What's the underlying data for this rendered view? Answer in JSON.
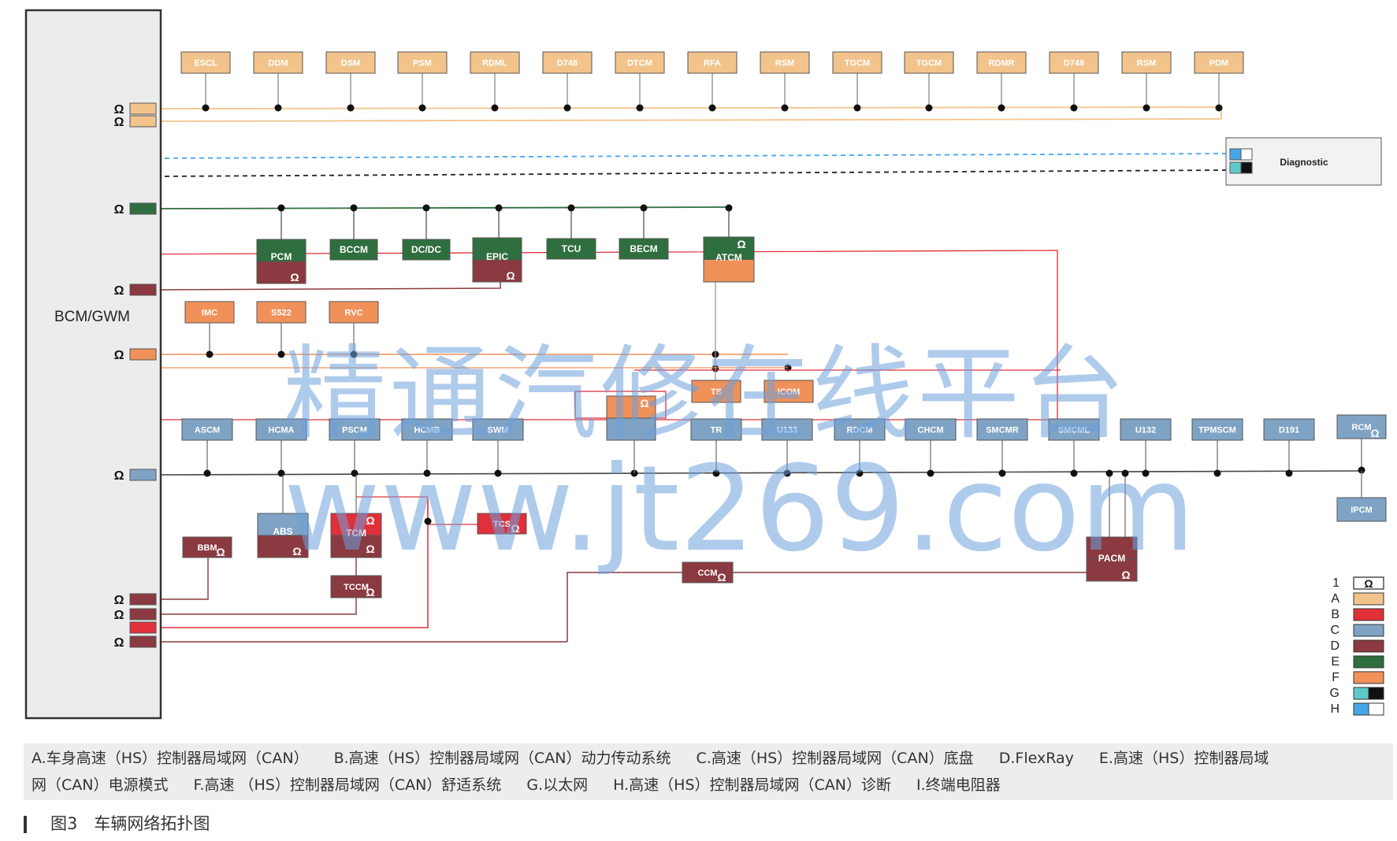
{
  "gateway": {
    "label": "BCM/GWM"
  },
  "colors": {
    "A": "#f2c48c",
    "B": "#e0303a",
    "C": "#7fa3c4",
    "D": "#8a3a40",
    "E": "#2f6e3e",
    "F": "#f0915a",
    "G1": "#5fc9c9",
    "G2": "#111111",
    "H1": "#47a6e8",
    "H2": "#ffffff",
    "frame": "#333333"
  },
  "bus_a_modules": [
    "ESCL",
    "DDM",
    "DSM",
    "PSM",
    "RDML",
    "D748",
    "DTCM",
    "RFA",
    "RSM",
    "TGCM",
    "TGCM",
    "RDMR",
    "D748",
    "RSM",
    "PDM"
  ],
  "diagnostic": {
    "label": "Diagnostic"
  },
  "bus_e_modules": [
    "PCM",
    "BCCM",
    "DC/DC",
    "EPIC",
    "TCU",
    "BECM",
    "ATCM"
  ],
  "bus_f_modules": [
    "IMC",
    "S522",
    "RVC",
    "TS",
    "ICOM"
  ],
  "bus_c_modules": [
    "ASCM",
    "HCMA",
    "PSCM",
    "HCMB",
    "SWM",
    "TR",
    "U133",
    "RDCM",
    "CHCM",
    "SMCMR",
    "SMCML",
    "U132",
    "TPMSCM",
    "D191",
    "RCM",
    "IPCM"
  ],
  "lower_modules": [
    "BBM",
    "ABS",
    "TCM",
    "TCCM",
    "TCS",
    "CCM",
    "PACM"
  ],
  "omega": "Ω",
  "legend": [
    {
      "key": "1",
      "type": "omega"
    },
    {
      "key": "A",
      "color": "#f2c48c"
    },
    {
      "key": "B",
      "color": "#e0303a"
    },
    {
      "key": "C",
      "color": "#7fa3c4"
    },
    {
      "key": "D",
      "color": "#8a3a40"
    },
    {
      "key": "E",
      "color": "#2f6e3e"
    },
    {
      "key": "F",
      "color": "#f0915a"
    },
    {
      "key": "G",
      "colors": [
        "#5fc9c9",
        "#111111"
      ]
    },
    {
      "key": "H",
      "colors": [
        "#47a6e8",
        "#ffffff"
      ]
    }
  ],
  "caption": {
    "A": "A.车身高速（HS）控制器局域网（CAN）",
    "B": "B.高速（HS）控制器局域网（CAN）动力传动系统",
    "C": "C.高速（HS）控制器局域网（CAN）底盘",
    "D": "D.FlexRay",
    "E1": "E.高速（HS）控制器局域",
    "E2": "网（CAN）电源模式",
    "F": "F.高速 （HS）控制器局域网（CAN）舒适系统",
    "G": "G.以太网",
    "H": "H.高速（HS）控制器局域网（CAN）诊断",
    "I": "I.终端电阻器"
  },
  "figure_title": "图3　车辆网络拓扑图",
  "watermark": {
    "line1": "精通汽修在线平台",
    "line2": "www.jt269.com"
  }
}
